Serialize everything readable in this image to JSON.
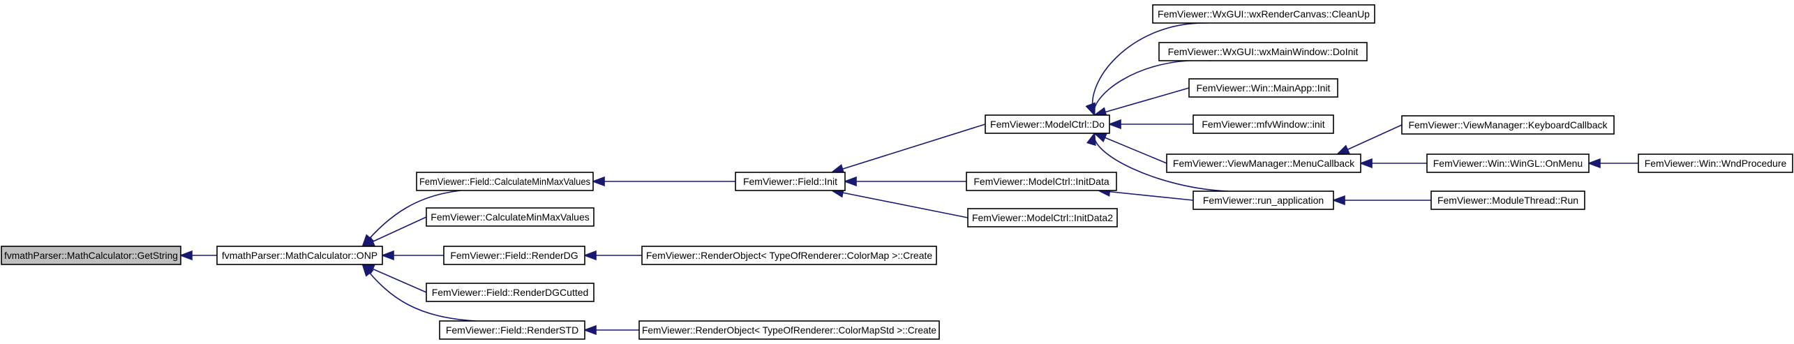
{
  "nodes": [
    {
      "id": "n0",
      "label": "fvmathParser::MathCalculator::GetString",
      "root": true
    },
    {
      "id": "n1",
      "label": "fvmathParser::MathCalculator::ONP"
    },
    {
      "id": "n2",
      "label": "FemViewer::Field::CalculateMinMaxValues"
    },
    {
      "id": "n3",
      "label": "FemViewer::CalculateMinMaxValues"
    },
    {
      "id": "n4",
      "label": "FemViewer::Field::RenderDG"
    },
    {
      "id": "n5",
      "label": "FemViewer::Field::RenderDGCutted"
    },
    {
      "id": "n6",
      "label": "FemViewer::Field::RenderSTD"
    },
    {
      "id": "n7",
      "label": "FemViewer::Field::Init"
    },
    {
      "id": "n8",
      "label": "FemViewer::RenderObject< TypeOfRenderer::ColorMap >::Create"
    },
    {
      "id": "n9",
      "label": "FemViewer::RenderObject< TypeOfRenderer::ColorMapStd >::Create"
    },
    {
      "id": "n10",
      "label": "FemViewer::ModelCtrl::Do"
    },
    {
      "id": "n11",
      "label": "FemViewer::ModelCtrl::InitData"
    },
    {
      "id": "n12",
      "label": "FemViewer::ModelCtrl::InitData2"
    },
    {
      "id": "n13",
      "label": "FemViewer::WxGUI::wxRenderCanvas::CleanUp"
    },
    {
      "id": "n14",
      "label": "FemViewer::WxGUI::wxMainWindow::DoInit"
    },
    {
      "id": "n15",
      "label": "FemViewer::Win::MainApp::Init"
    },
    {
      "id": "n16",
      "label": "FemViewer::mfvWindow::init"
    },
    {
      "id": "n17",
      "label": "FemViewer::ViewManager::MenuCallback"
    },
    {
      "id": "n18",
      "label": "FemViewer::run_application"
    },
    {
      "id": "n19",
      "label": "FemViewer::ViewManager::KeyboardCallback"
    },
    {
      "id": "n20",
      "label": "FemViewer::Win::WinGL::OnMenu"
    },
    {
      "id": "n21",
      "label": "FemViewer::ModuleThread::Run"
    },
    {
      "id": "n22",
      "label": "FemViewer::Win::WndProcedure"
    }
  ],
  "edges": [
    {
      "from": "n1",
      "to": "n0"
    },
    {
      "from": "n2",
      "to": "n1"
    },
    {
      "from": "n3",
      "to": "n1"
    },
    {
      "from": "n4",
      "to": "n1"
    },
    {
      "from": "n5",
      "to": "n1"
    },
    {
      "from": "n6",
      "to": "n1"
    },
    {
      "from": "n7",
      "to": "n2"
    },
    {
      "from": "n8",
      "to": "n4"
    },
    {
      "from": "n9",
      "to": "n6"
    },
    {
      "from": "n10",
      "to": "n7"
    },
    {
      "from": "n11",
      "to": "n7"
    },
    {
      "from": "n12",
      "to": "n7"
    },
    {
      "from": "n13",
      "to": "n10"
    },
    {
      "from": "n14",
      "to": "n10"
    },
    {
      "from": "n15",
      "to": "n10"
    },
    {
      "from": "n16",
      "to": "n10"
    },
    {
      "from": "n17",
      "to": "n10"
    },
    {
      "from": "n18",
      "to": "n10"
    },
    {
      "from": "n18",
      "to": "n11"
    },
    {
      "from": "n19",
      "to": "n17"
    },
    {
      "from": "n20",
      "to": "n17"
    },
    {
      "from": "n21",
      "to": "n18"
    },
    {
      "from": "n22",
      "to": "n20"
    }
  ],
  "colors": {
    "edge": "#191970",
    "root_fill": "#bfbfbf",
    "node_fill": "#ffffff",
    "border": "#000000"
  }
}
